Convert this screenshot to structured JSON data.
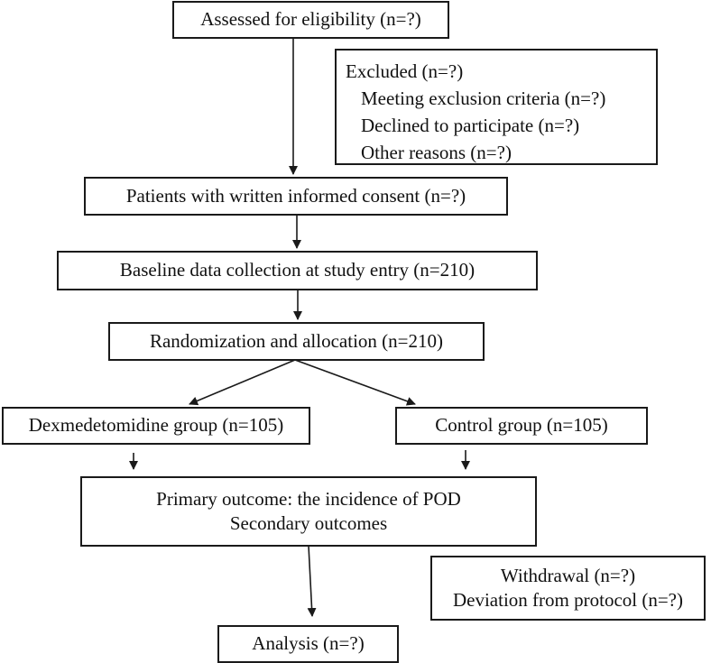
{
  "boxes": {
    "assessed": "Assessed for eligibility (n=?)",
    "excluded": {
      "title": "Excluded (n=?)",
      "items": [
        "Meeting exclusion criteria (n=?)",
        "Declined to participate (n=?)",
        "Other reasons (n=?)"
      ]
    },
    "consent": "Patients with written informed consent (n=?)",
    "baseline": "Baseline data collection at study entry (n=210)",
    "randomization": "Randomization and allocation (n=210)",
    "dex_group": "Dexmedetomidine group (n=105)",
    "control_group": "Control group (n=105)",
    "outcomes": [
      "Primary outcome: the incidence of POD",
      "Secondary outcomes"
    ],
    "withdrawal": [
      "Withdrawal (n=?)",
      "Deviation from protocol (n=?)"
    ],
    "analysis": "Analysis (n=?)"
  }
}
